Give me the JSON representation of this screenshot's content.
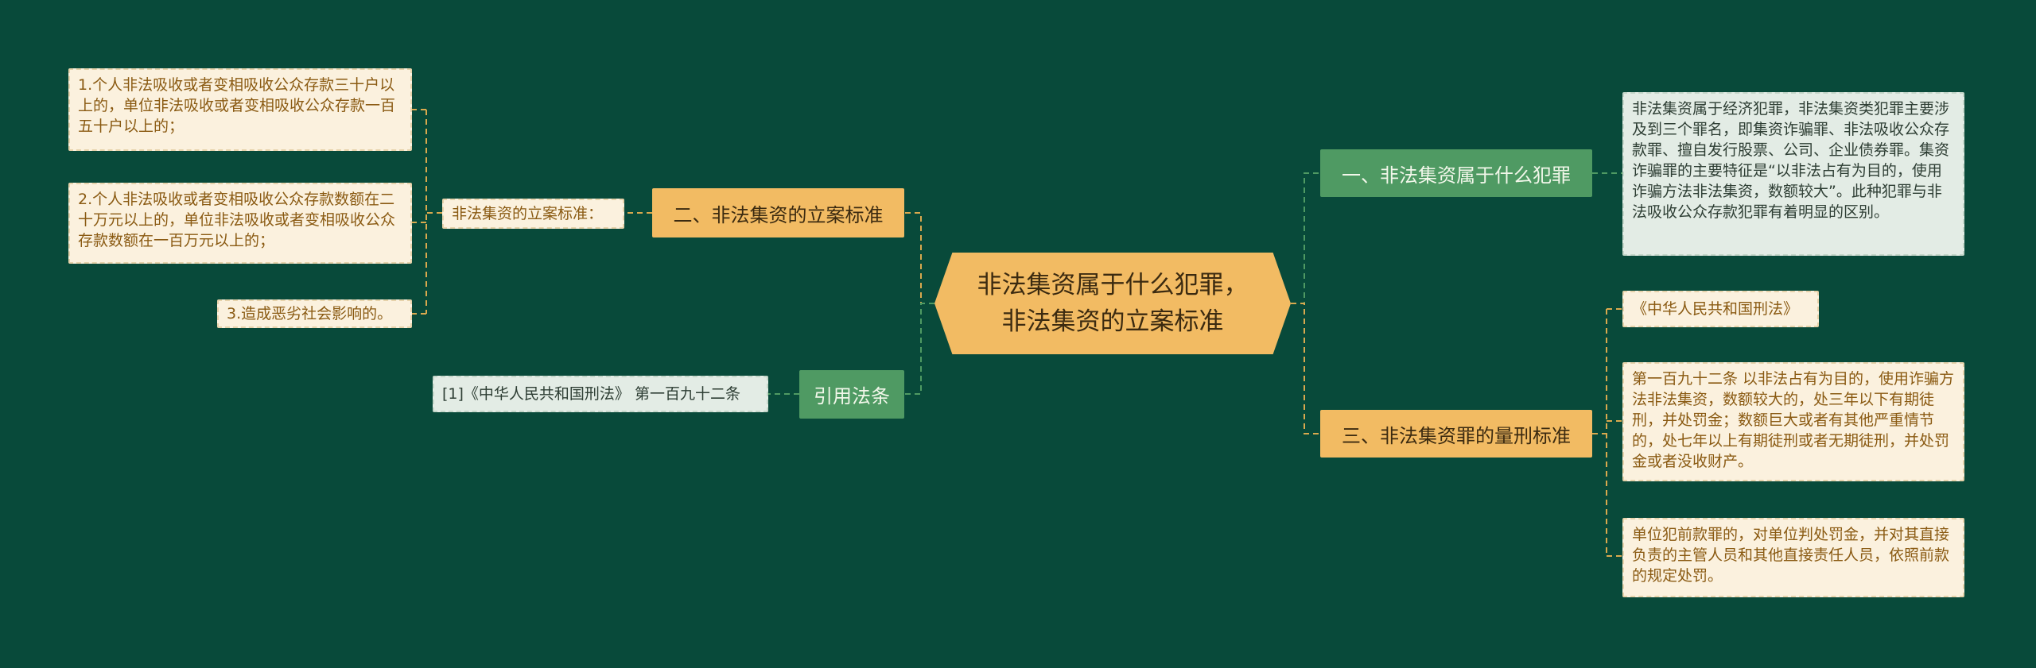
{
  "center": {
    "line1": "非法集资属于什么犯罪，",
    "line2": "非法集资的立案标准"
  },
  "branches": {
    "b1": "一、非法集资属于什么犯罪",
    "b2": "二、非法集资的立案标准",
    "b3": "三、非法集资罪的量刑标准",
    "b4": "引用法条"
  },
  "leaves": {
    "b1_desc": "非法集资属于经济犯罪，非法集资类犯罪主要涉及到三个罪名，即集资诈骗罪、非法吸收公众存款罪、擅自发行股票、公司、企业债券罪。集资诈骗罪的主要特征是“以非法占有为目的，使用诈骗方法非法集资，数额较大”。此种犯罪与非法吸收公众存款犯罪有着明显的区别。",
    "b2_mid": "非法集资的立案标准：",
    "b2_item1": "1.个人非法吸收或者变相吸收公众存款三十户以上的，单位非法吸收或者变相吸收公众存款一百五十户以上的；",
    "b2_item2": "2.个人非法吸收或者变相吸收公众存款数额在二十万元以上的，单位非法吸收或者变相吸收公众存款数额在一百万元以上的；",
    "b2_item3": "3.造成恶劣社会影响的。",
    "b3_law": "《中华人民共和国刑法》",
    "b3_art": "第一百九十二条 以非法占有为目的，使用诈骗方法非法集资，数额较大的，处三年以下有期徒刑，并处罚金；数额巨大或者有其他严重情节的，处七年以上有期徒刑或者无期徒刑，并处罚金或者没收财产。",
    "b3_unit": "单位犯前款罪的，对单位判处罚金，并对其直接负责的主管人员和其他直接责任人员，依照前款的规定处罚。",
    "b4_cite": "[1]《中华人民共和国刑法》 第一百九十二条"
  },
  "colors": {
    "background": "#084a3a",
    "orange": "#f2bb63",
    "green": "#4f9a63",
    "leaf_bg": "#fbf1de",
    "leaf_mint": "#e3ece5",
    "connector_orange": "#d9a94e",
    "connector_green": "#4f9a63"
  }
}
